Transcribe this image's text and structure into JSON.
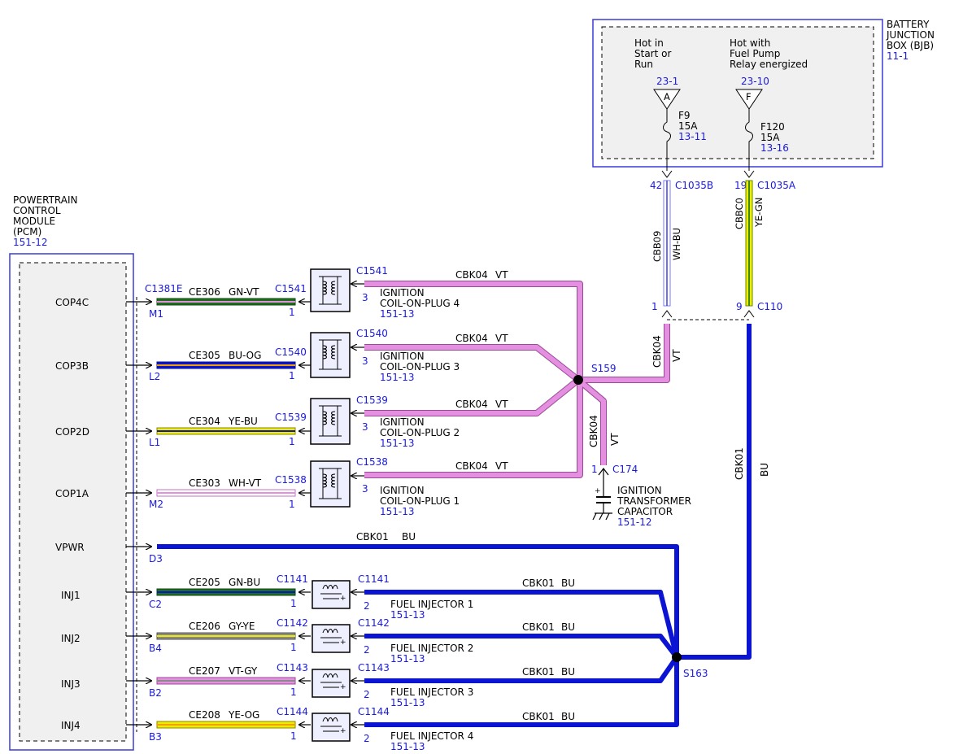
{
  "bjb": {
    "title": [
      "BATTERY",
      "JUNCTION",
      "BOX (BJB)"
    ],
    "ref": "11-1",
    "hot1": [
      "Hot in",
      "Start or",
      "Run"
    ],
    "hot2": [
      "Hot with",
      "Fuel Pump",
      "Relay energized"
    ],
    "fuseA": {
      "ref": "23-1",
      "letter": "A",
      "name": "F9",
      "amp": "15A",
      "page": "13-11",
      "pin": "42",
      "conn": "C1035B",
      "circuit": "CBB09",
      "color": "WH-BU",
      "pin2": "1"
    },
    "fuseF": {
      "ref": "23-10",
      "letter": "F",
      "name": "F120",
      "amp": "15A",
      "page": "13-16",
      "pin": "19",
      "conn": "C1035A",
      "circuit": "CBBC0",
      "color": "YE-GN",
      "pin2": "9",
      "conn2": "C110"
    }
  },
  "pcm": {
    "title": [
      "POWERTRAIN",
      "CONTROL",
      "MODULE",
      "(PCM)"
    ],
    "ref": "151-12",
    "conn": "C1381E",
    "pins": [
      {
        "label": "COP4C",
        "pin": "M1",
        "circuit": "CE306",
        "color": "GN-VT"
      },
      {
        "label": "COP3B",
        "pin": "L2",
        "circuit": "CE305",
        "color": "BU-OG"
      },
      {
        "label": "COP2D",
        "pin": "L1",
        "circuit": "CE304",
        "color": "YE-BU"
      },
      {
        "label": "COP1A",
        "pin": "M2",
        "circuit": "CE303",
        "color": "WH-VT"
      },
      {
        "label": "VPWR",
        "pin": "D3",
        "circuit": "CBK01",
        "color": "BU"
      },
      {
        "label": "INJ1",
        "pin": "C2",
        "circuit": "CE205",
        "color": "GN-BU"
      },
      {
        "label": "INJ2",
        "pin": "B4",
        "circuit": "CE206",
        "color": "GY-YE"
      },
      {
        "label": "INJ3",
        "pin": "B2",
        "circuit": "CE207",
        "color": "VT-GY"
      },
      {
        "label": "INJ4",
        "pin": "B3",
        "circuit": "CE208",
        "color": "YE-OG"
      }
    ]
  },
  "coils": [
    {
      "conn": "C1541",
      "pin1": "1",
      "pin3": "3",
      "name": "IGNITION",
      "name2": "COIL-ON-PLUG 4",
      "ref": "151-13",
      "circuit": "CBK04",
      "color": "VT"
    },
    {
      "conn": "C1540",
      "pin1": "1",
      "pin3": "3",
      "name": "IGNITION",
      "name2": "COIL-ON-PLUG 3",
      "ref": "151-13",
      "circuit": "CBK04",
      "color": "VT"
    },
    {
      "conn": "C1539",
      "pin1": "1",
      "pin3": "3",
      "name": "IGNITION",
      "name2": "COIL-ON-PLUG 2",
      "ref": "151-13",
      "circuit": "CBK04",
      "color": "VT"
    },
    {
      "conn": "C1538",
      "pin1": "1",
      "pin3": "3",
      "name": "IGNITION",
      "name2": "COIL-ON-PLUG 1",
      "ref": "151-13",
      "circuit": "CBK04",
      "color": "VT"
    }
  ],
  "injectors": [
    {
      "conn": "C1141",
      "pin1": "1",
      "pin2": "2",
      "name": "FUEL INJECTOR 1",
      "ref": "151-13",
      "circuit": "CBK01",
      "color": "BU"
    },
    {
      "conn": "C1142",
      "pin1": "1",
      "pin2": "2",
      "name": "FUEL INJECTOR 2",
      "ref": "151-13",
      "circuit": "CBK01",
      "color": "BU"
    },
    {
      "conn": "C1143",
      "pin1": "1",
      "pin2": "2",
      "name": "FUEL INJECTOR 3",
      "ref": "151-13",
      "circuit": "CBK01",
      "color": "BU"
    },
    {
      "conn": "C1144",
      "pin1": "1",
      "pin2": "2",
      "name": "FUEL INJECTOR 4",
      "ref": "151-13",
      "circuit": "CBK01",
      "color": "BU"
    }
  ],
  "splices": {
    "s159": "S159",
    "s163": "S163"
  },
  "cbk04_vert": {
    "circuit": "CBK04",
    "color": "VT"
  },
  "cbk04_cap": {
    "circuit": "CBK04",
    "color": "VT",
    "pin": "1",
    "conn": "C174"
  },
  "capacitor": {
    "lines": [
      "IGNITION",
      "TRANSFORMER",
      "CAPACITOR"
    ],
    "ref": "151-12"
  },
  "cbk01_vert": {
    "circuit": "CBK01",
    "color": "BU"
  },
  "vpwr_wire": {
    "circuit": "CBK01",
    "color": "BU"
  },
  "colors": {
    "ref_blue": "#1a1adc",
    "bu_wire": "#0a14d2",
    "vt_wire": "#e58fe0",
    "gn": "#1e6e1e",
    "ye": "#f0ec00",
    "wh": "#ffffff",
    "gy": "#8a8a8a",
    "og": "#f0a000",
    "frame": "#3a3ad8"
  }
}
